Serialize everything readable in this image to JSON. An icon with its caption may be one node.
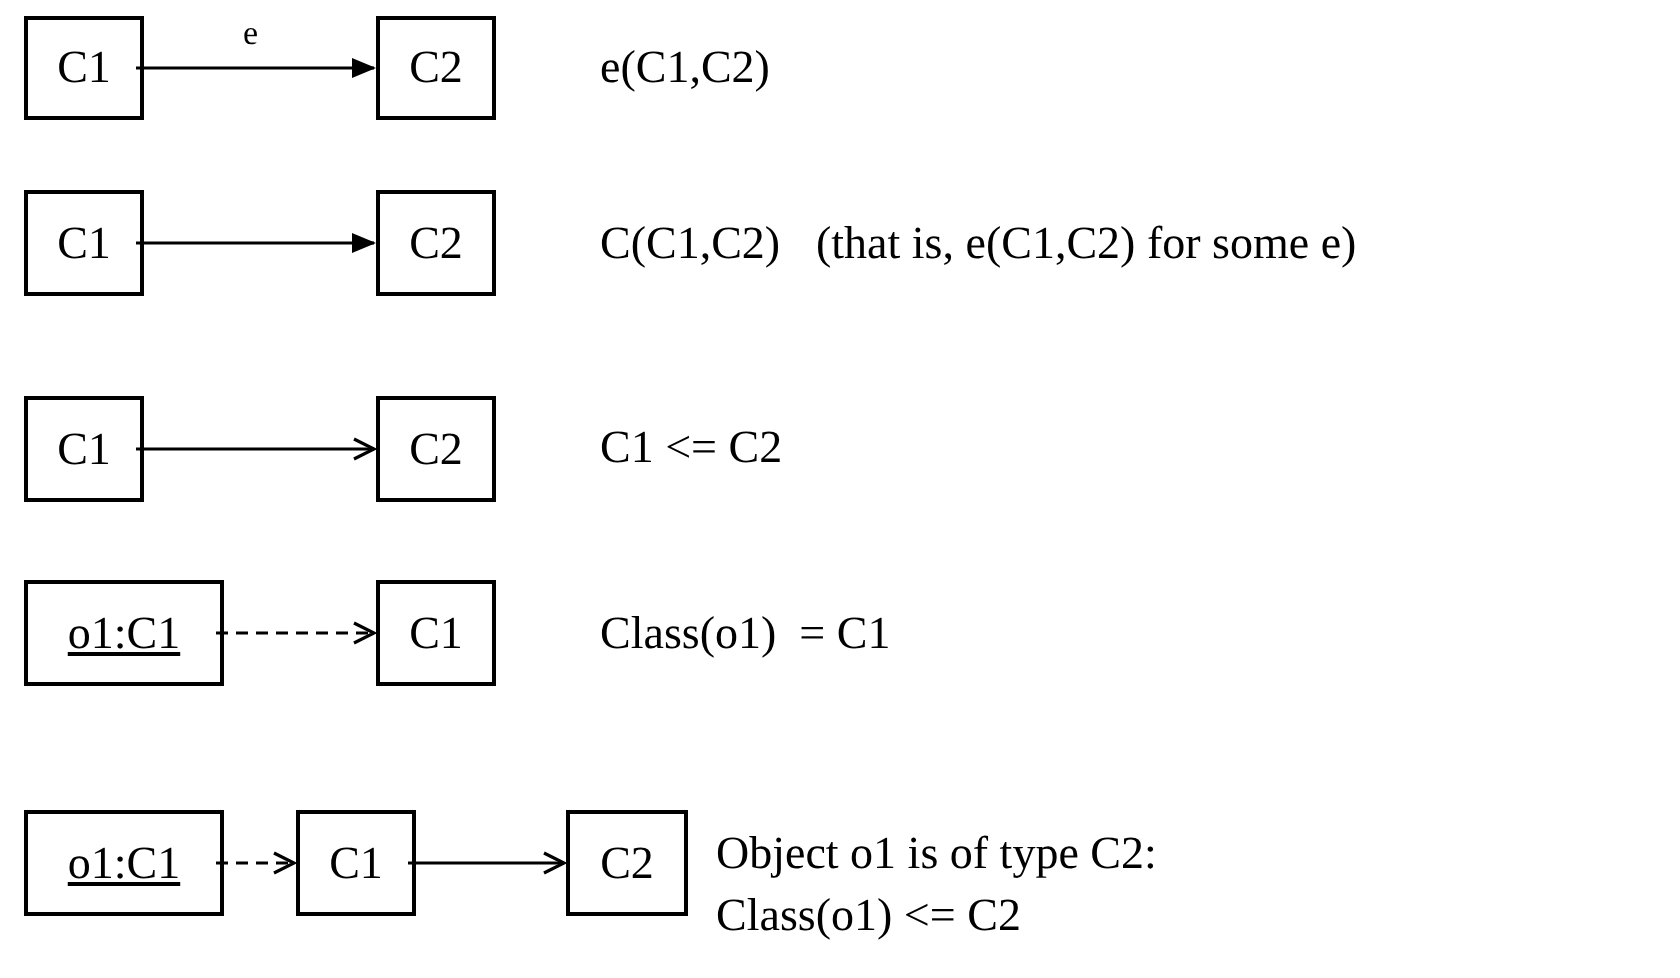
{
  "diagram": {
    "nodes": [
      {
        "text": [
          "C1"
        ]
      },
      {
        "text": [
          "C2"
        ]
      },
      {
        "text": [
          "C1"
        ]
      },
      {
        "text": [
          "C2"
        ]
      },
      {
        "text": [
          "C1"
        ]
      },
      {
        "text": [
          "C2"
        ]
      },
      {
        "text": [
          "o1:C1"
        ]
      },
      {
        "text": [
          "C1"
        ]
      },
      {
        "text": [
          "o1:C1"
        ]
      },
      {
        "text": [
          "C1"
        ]
      },
      {
        "text": [
          "C2"
        ]
      }
    ],
    "edges": [
      {
        "from": 0,
        "to": 1,
        "arrow": "to",
        "label": "e"
      },
      {
        "from": 2,
        "to": 3,
        "arrow": "to"
      },
      {
        "from": 4,
        "to": 5,
        "arrow": "to"
      },
      {
        "from": 6,
        "to": 7,
        "arrow": "to",
        "style": "dashed"
      },
      {
        "from": 8,
        "to": 9,
        "arrow": "to",
        "style": "dashed"
      },
      {
        "from": 9,
        "to": 10,
        "arrow": "to"
      }
    ],
    "labels": [
      "e(C1,C2)",
      "C(C1,C2)",
      "(that is, e(C1,C2) for some e)",
      "C1 <= C2",
      "Class(o1)  = C1",
      "Object o1 is of type C2:",
      "Class(o1) <= C2"
    ]
  }
}
